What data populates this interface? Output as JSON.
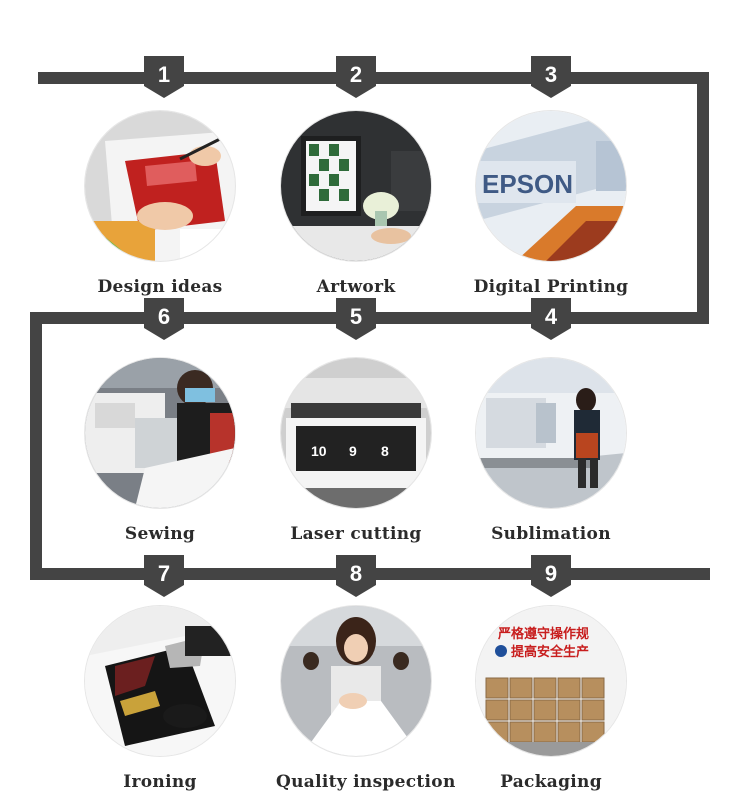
{
  "colors": {
    "track": "#444444",
    "badge_text": "#ffffff",
    "label_text": "#2b2b2b"
  },
  "steps": [
    {
      "number": "1",
      "label": "Design ideas"
    },
    {
      "number": "2",
      "label": "Artwork"
    },
    {
      "number": "3",
      "label": "Digital Printing"
    },
    {
      "number": "4",
      "label": "Sublimation"
    },
    {
      "number": "5",
      "label": "Laser cutting"
    },
    {
      "number": "6",
      "label": "Sewing"
    },
    {
      "number": "7",
      "label": "Ironing"
    },
    {
      "number": "8",
      "label": "Quality inspection"
    },
    {
      "number": "9",
      "label": "Packaging"
    }
  ],
  "photos": {
    "digital_printing_brand": "EPSON",
    "laser_numbers": [
      "10",
      "9",
      "8"
    ],
    "packaging_banner_line1": "严格遵守操作规",
    "packaging_banner_line2": "提高安全生产"
  }
}
